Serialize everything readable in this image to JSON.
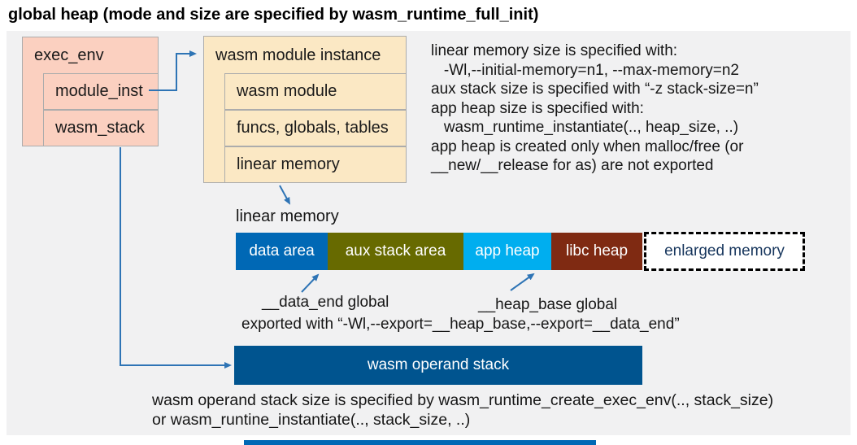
{
  "title": "global heap (mode and size are specified by wasm_runtime_full_init)",
  "exec_env": {
    "header": "exec_env",
    "rows": [
      "module_inst",
      "wasm_stack"
    ],
    "fill": "#FBD0C0"
  },
  "module_instance": {
    "header": "wasm module instance",
    "rows": [
      "wasm module",
      "funcs, globals, tables",
      "linear memory"
    ],
    "fill": "#FBE8C4"
  },
  "notes_right": {
    "lines": [
      "linear memory size is specified with:",
      "   -Wl,--initial-memory=n1, --max-memory=n2",
      "aux stack size is specified with “-z stack-size=n”",
      "app heap size is specified with:",
      "   wasm_runtime_instantiate(.., heap_size, ..)",
      "app heap is created only when malloc/free (or",
      "__new/__release for as) are not exported"
    ]
  },
  "linear_memory": {
    "label": "linear memory",
    "segments": [
      {
        "label": "data area",
        "color": "#0068B5",
        "text_color": "#FFFFFF"
      },
      {
        "label": "aux stack area",
        "color": "#676A00",
        "text_color": "#FFFFFF"
      },
      {
        "label": "app heap",
        "color": "#00AEEF",
        "text_color": "#FFFFFF"
      },
      {
        "label": "libc heap",
        "color": "#7F2A12",
        "text_color": "#FFFFFF"
      },
      {
        "label": "enlarged memory",
        "color": "#FFFFFF",
        "text_color": "#17365D",
        "border": "dashed"
      }
    ]
  },
  "annotations": {
    "data_end": "__data_end global",
    "heap_base": "__heap_base global",
    "exported": "exported with “-Wl,--export=__heap_base,--export=__data_end”"
  },
  "operand_stack": {
    "label": "wasm operand stack",
    "color": "#00548F"
  },
  "notes_bottom": {
    "lines": [
      "wasm operand stack size is specified by wasm_runtime_create_exec_env(.., stack_size)",
      "or wasm_runtine_instantiate(.., stack_size, ..)"
    ]
  },
  "colors": {
    "panel_bg": "#F1F1F2",
    "box_border": "#ACACAC",
    "arrow_blue": "#2E74B5",
    "bottom_strip": "#0068B5"
  }
}
